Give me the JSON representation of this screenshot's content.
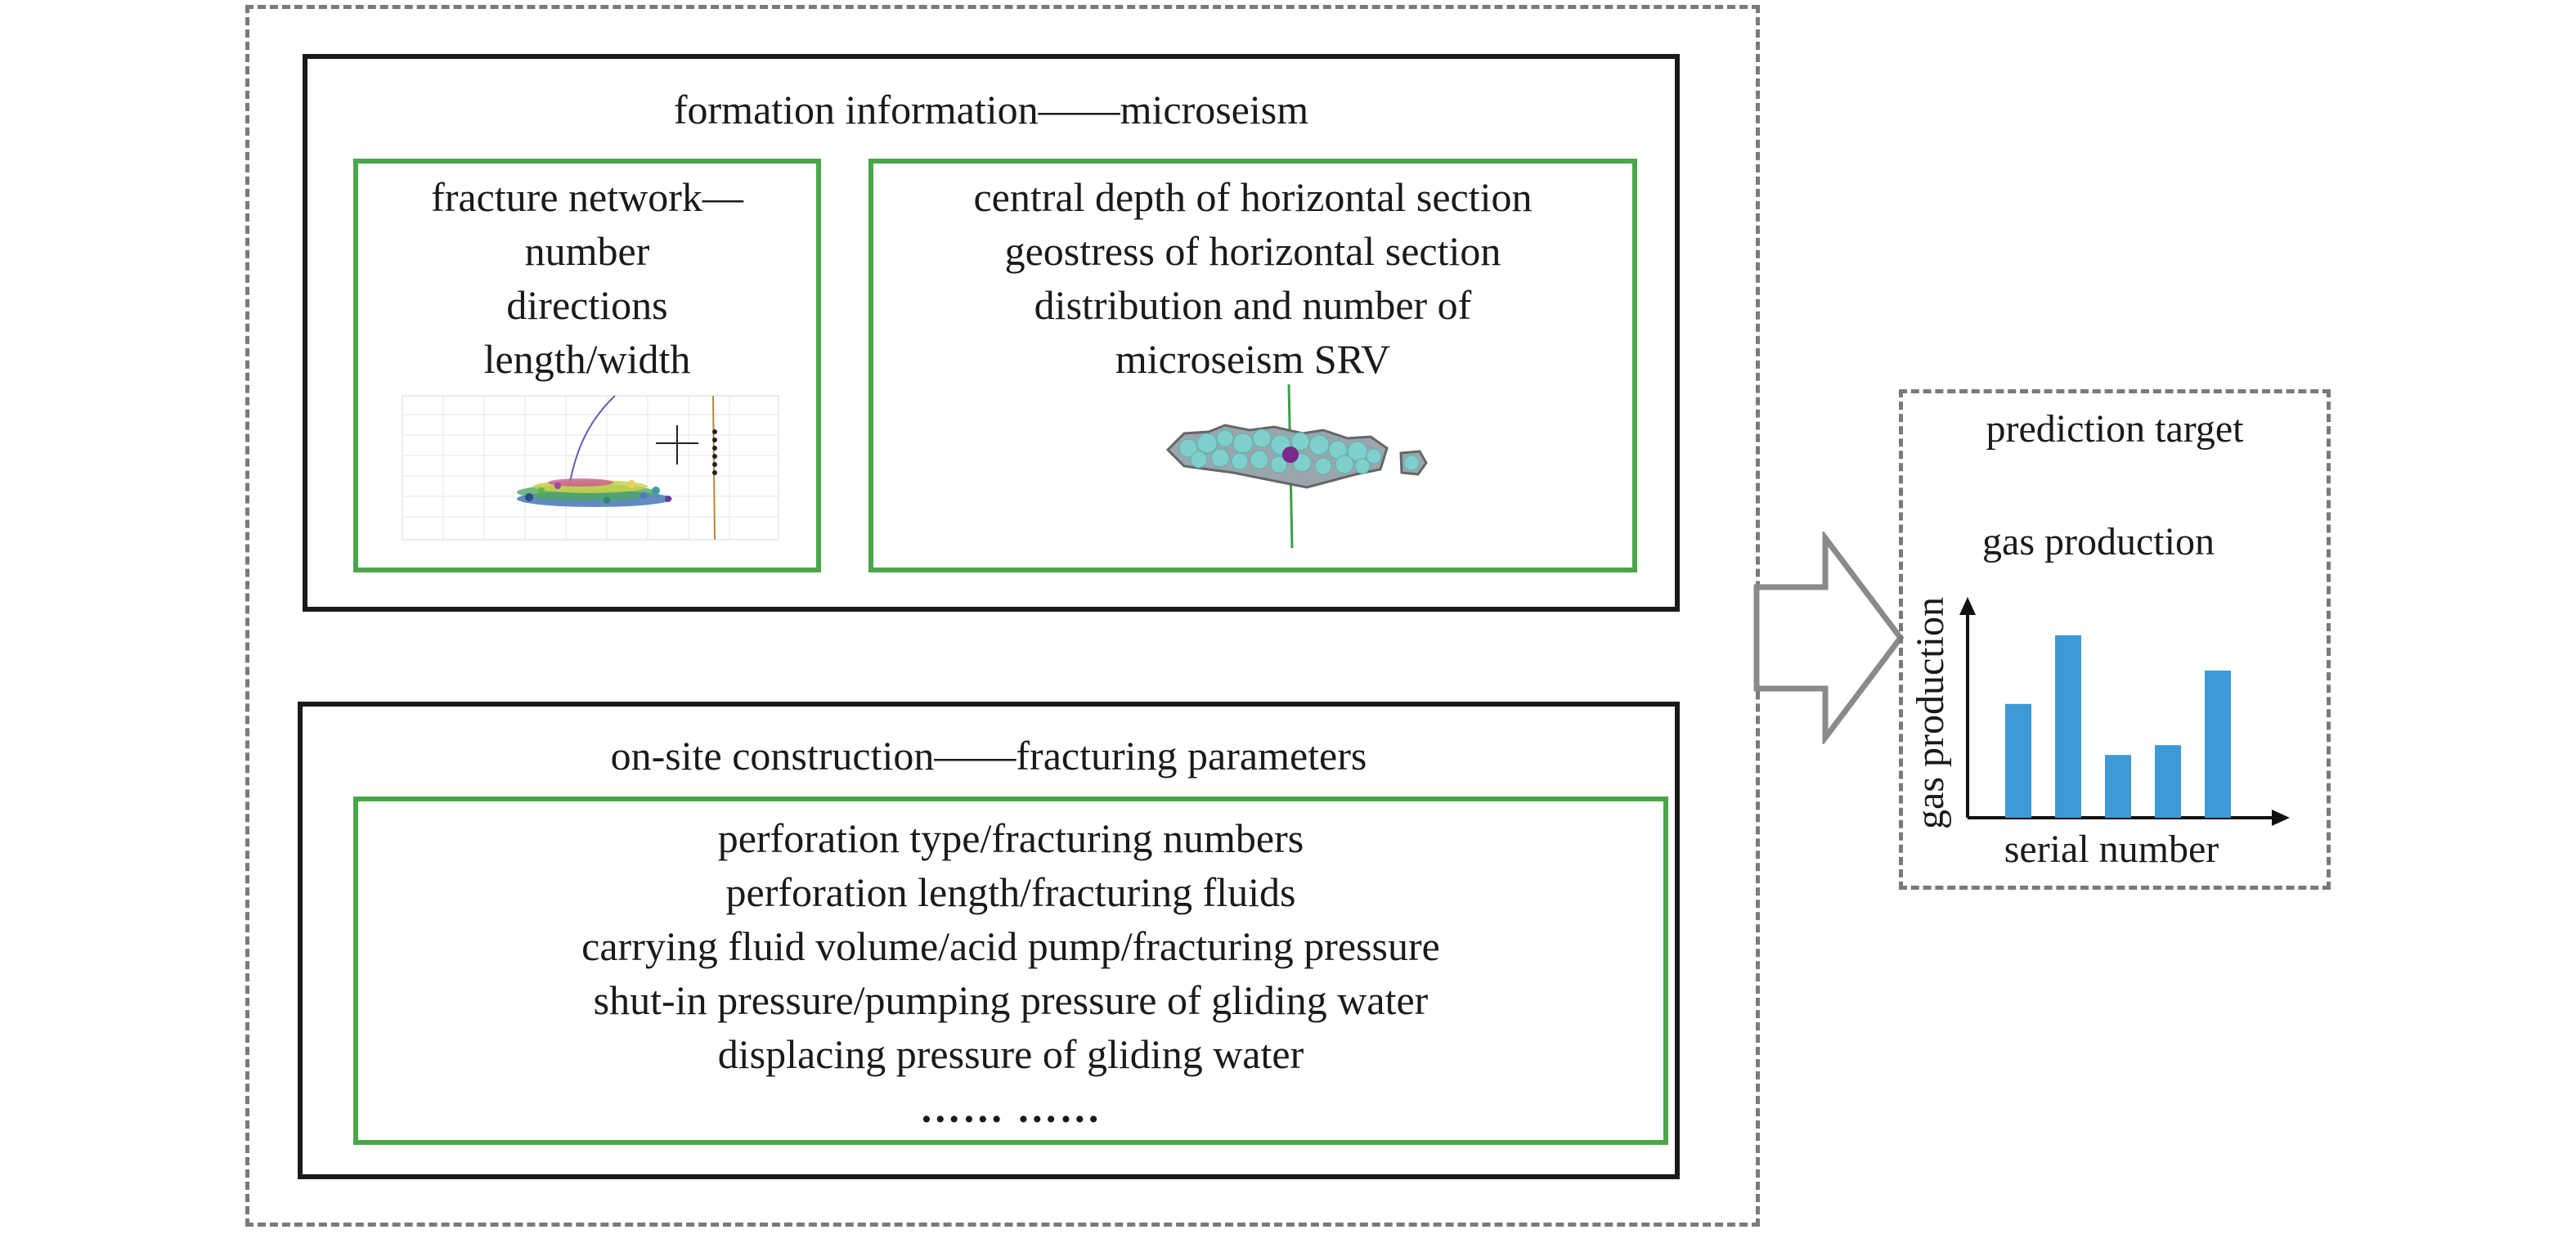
{
  "formation": {
    "title": "formation information——microseism",
    "fracture_lines": [
      "fracture network—",
      "number",
      "directions",
      "length/width"
    ],
    "depth_lines": [
      "central depth of horizontal section",
      "geostress of horizontal section",
      "distribution and number of",
      "microseism SRV"
    ]
  },
  "construction": {
    "title": "on-site construction——fracturing parameters",
    "lines": [
      "perforation type/fracturing numbers",
      "perforation length/fracturing fluids",
      "carrying fluid volume/acid pump/fracturing pressure",
      "shut-in pressure/pumping pressure of gliding water",
      "displacing pressure of gliding water"
    ],
    "ellipsis": "…… ……"
  },
  "prediction": {
    "title": "prediction target",
    "subtitle": "gas production"
  },
  "chart_data": {
    "type": "bar",
    "xlabel": "serial number",
    "ylabel": "gas production",
    "values": [
      0.58,
      0.93,
      0.32,
      0.37,
      0.75
    ],
    "bar_color": "#3d9ad6"
  },
  "colors": {
    "green_border": "#4aa64a",
    "dashed_border": "#7a7a7a",
    "black_border": "#1a1a1a",
    "arrow": "#8a8a8a"
  }
}
